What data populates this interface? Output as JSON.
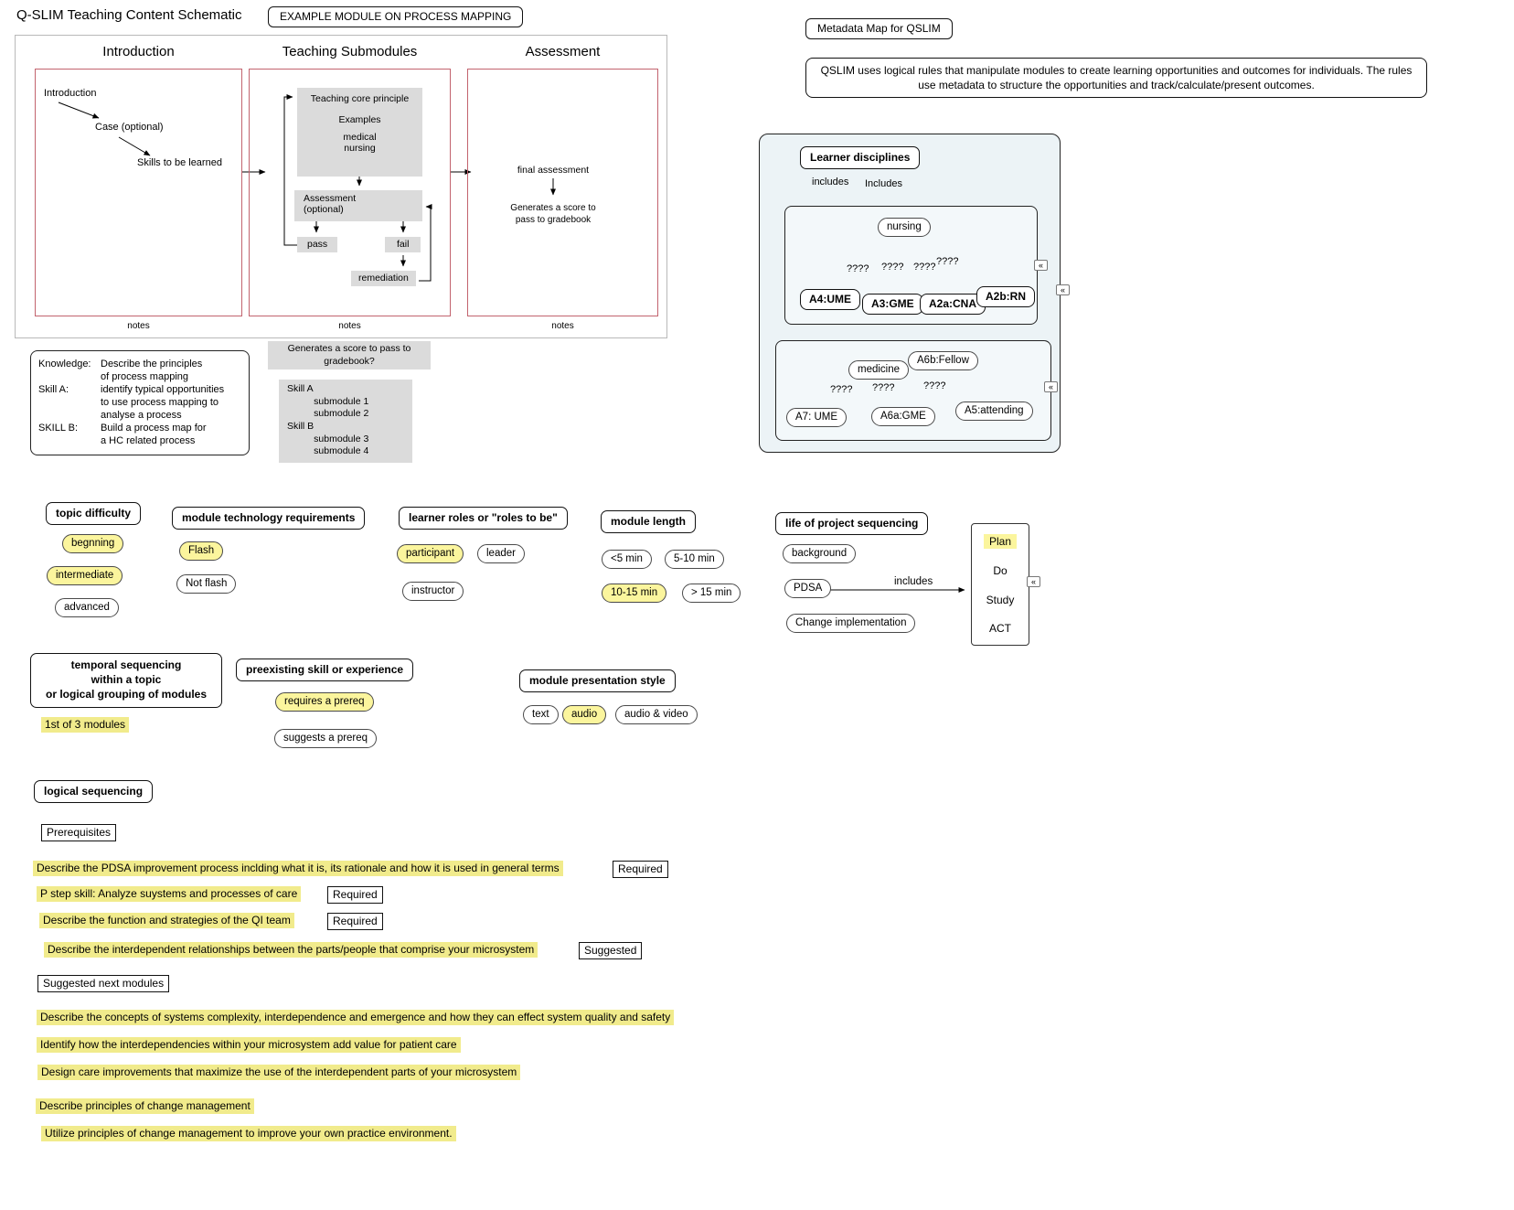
{
  "colors": {
    "node_yellow": "#FBF59D",
    "highlight_yellow": "#F1EB8C",
    "panel_fill": "#ECF3F6",
    "inner_panel_fill": "#F3F8FA",
    "gray_fill": "#DBDBDB",
    "schematic_red": "#C2636E"
  },
  "icons": {
    "double_chevron": "«"
  },
  "page": {
    "title": "Q-SLIM Teaching Content Schematic",
    "example_badge": "EXAMPLE MODULE ON PROCESS MAPPING"
  },
  "schematic": {
    "notes_label": "notes",
    "intro": {
      "header": "Introduction",
      "node_intro": "Introduction",
      "node_case": "Case (optional)",
      "node_skills": "Skills to be learned"
    },
    "teaching": {
      "header": "Teaching Submodules",
      "core_line1": "Teaching  core principle",
      "core_line2": "Examples",
      "core_line3": "medical",
      "core_line4": "nursing",
      "assess_line1": "Assessment",
      "assess_line2": "(optional)",
      "pass": "pass",
      "fail": "fail",
      "remediation": "remediation"
    },
    "assessment": {
      "header": "Assessment",
      "final": "final assessment",
      "score": "Generates a score to\npass to gradebook"
    },
    "knowledge": {
      "rows": [
        {
          "label": "Knowledge:",
          "text": "Describe the principles\nof process mapping"
        },
        {
          "label": "Skill A:",
          "text": "identify typical opportunities\nto use process mapping to\nanalyse a process"
        },
        {
          "label": "SKILL B:",
          "text": "Build a process map for\na HC related process"
        }
      ]
    },
    "gradebook_question": "Generates a score to pass to\ngradebook?",
    "submodules": "Skill A\n          submodule 1\n          submodule 2\nSkill B\n          submodule 3\n          submodule 4"
  },
  "metadata_map": {
    "badge": "Metadata Map for QSLIM",
    "description": "QSLIM uses logical rules that manipulate modules to create learning opportunities and outcomes for individuals. The rules use metadata to structure the opportunities and track/calculate/present outcomes."
  },
  "learner_map": {
    "title": "Learner disciplines",
    "includes_a": "includes",
    "includes_b": "Includes",
    "qmark": "????",
    "nursing": "nursing",
    "a4_ume": "A4:UME",
    "a3_gme": "A3:GME",
    "a2a_cna": "A2a:CNA",
    "a2b_rn": "A2b:RN",
    "medicine": "medicine",
    "a6b_fellow": "A6b:Fellow",
    "a7_ume": "A7: UME",
    "a6a_gme": "A6a:GME",
    "a5_attending": "A5:attending"
  },
  "categories": {
    "difficulty": {
      "header": "topic difficulty",
      "beginning": "begnning",
      "intermediate": "intermediate",
      "advanced": "advanced"
    },
    "technology": {
      "header": "module technology requirements",
      "flash": "Flash",
      "not_flash": "Not flash"
    },
    "roles": {
      "header": "learner roles or \"roles to be\"",
      "participant": "participant",
      "leader": "leader",
      "instructor": "instructor"
    },
    "length": {
      "header": "module length",
      "lt5": "<5 min",
      "m5to10": "5-10 min",
      "m10to15": "10-15 min",
      "gt15": "> 15 min"
    },
    "life": {
      "header": "life of project sequencing",
      "background": "background",
      "pdsa": "PDSA",
      "change": "Change implementation",
      "includes": "includes",
      "plan": "Plan",
      "do": "Do",
      "study": "Study",
      "act": "ACT"
    },
    "temporal": {
      "header": "temporal sequencing\nwithin a topic\nor logical grouping of modules",
      "first_of_3": "1st of 3 modules"
    },
    "preexisting": {
      "header": "preexisting skill or experience",
      "requires": "requires a prereq",
      "suggests": "suggests a prereq"
    },
    "presentation": {
      "header": "module presentation style",
      "text": "text",
      "audio": "audio",
      "audio_video": "audio & video"
    }
  },
  "logical": {
    "header": "logical sequencing",
    "prerequisites_label": "Prerequisites",
    "prereq_items": [
      {
        "text": "Describe the PDSA improvement process inclding what it is, its rationale and how it is used in general terms",
        "badge": "Required"
      },
      {
        "text": "P step skill: Analyze suystems and processes of care",
        "badge": "Required"
      },
      {
        "text": "Describe the function and strategies of the QI team",
        "badge": "Required"
      },
      {
        "text": "Describe the interdependent relationships between the parts/people that comprise your microsystem",
        "badge": "Suggested"
      }
    ],
    "suggested_label": "Suggested next modules",
    "suggested_items": [
      "Describe the concepts of systems complexity, interdependence and emergence and how they can effect system quality and safety",
      "Identify how the interdependencies within your microsystem add value for patient care",
      "Design care improvements that maximize the use of the interdependent parts of your microsystem",
      "Describe principles of change management",
      "Utilize principles of change management to improve your own practice environment."
    ]
  }
}
